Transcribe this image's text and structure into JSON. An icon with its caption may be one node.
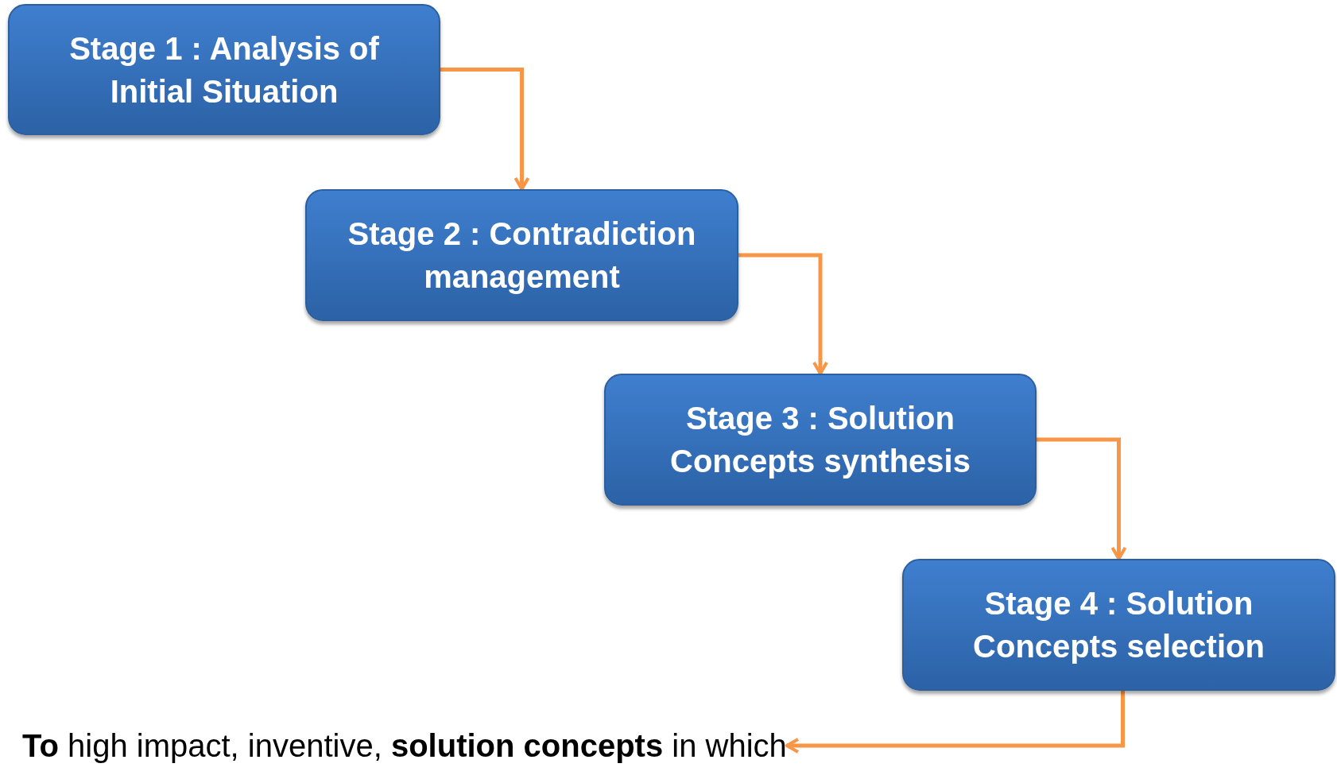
{
  "diagram": {
    "nodes": [
      {
        "text": [
          "Stage 1 : Analysis of Initial Situation"
        ]
      },
      {
        "text": [
          "Stage 2 : Contradiction management"
        ]
      },
      {
        "text": [
          "Stage 3 : Solution Concepts synthesis"
        ]
      },
      {
        "text": [
          "Stage 4 : Solution Concepts selection"
        ]
      },
      {
        "text": [
          "**To** high impact, inventive, **solution concepts** in which"
        ]
      }
    ],
    "edges": [
      {
        "from": 0,
        "to": 1,
        "arrow": "to"
      },
      {
        "from": 1,
        "to": 2,
        "arrow": "to"
      },
      {
        "from": 2,
        "to": 3,
        "arrow": "to"
      },
      {
        "from": 3,
        "to": 4,
        "arrow": "to"
      }
    ]
  }
}
